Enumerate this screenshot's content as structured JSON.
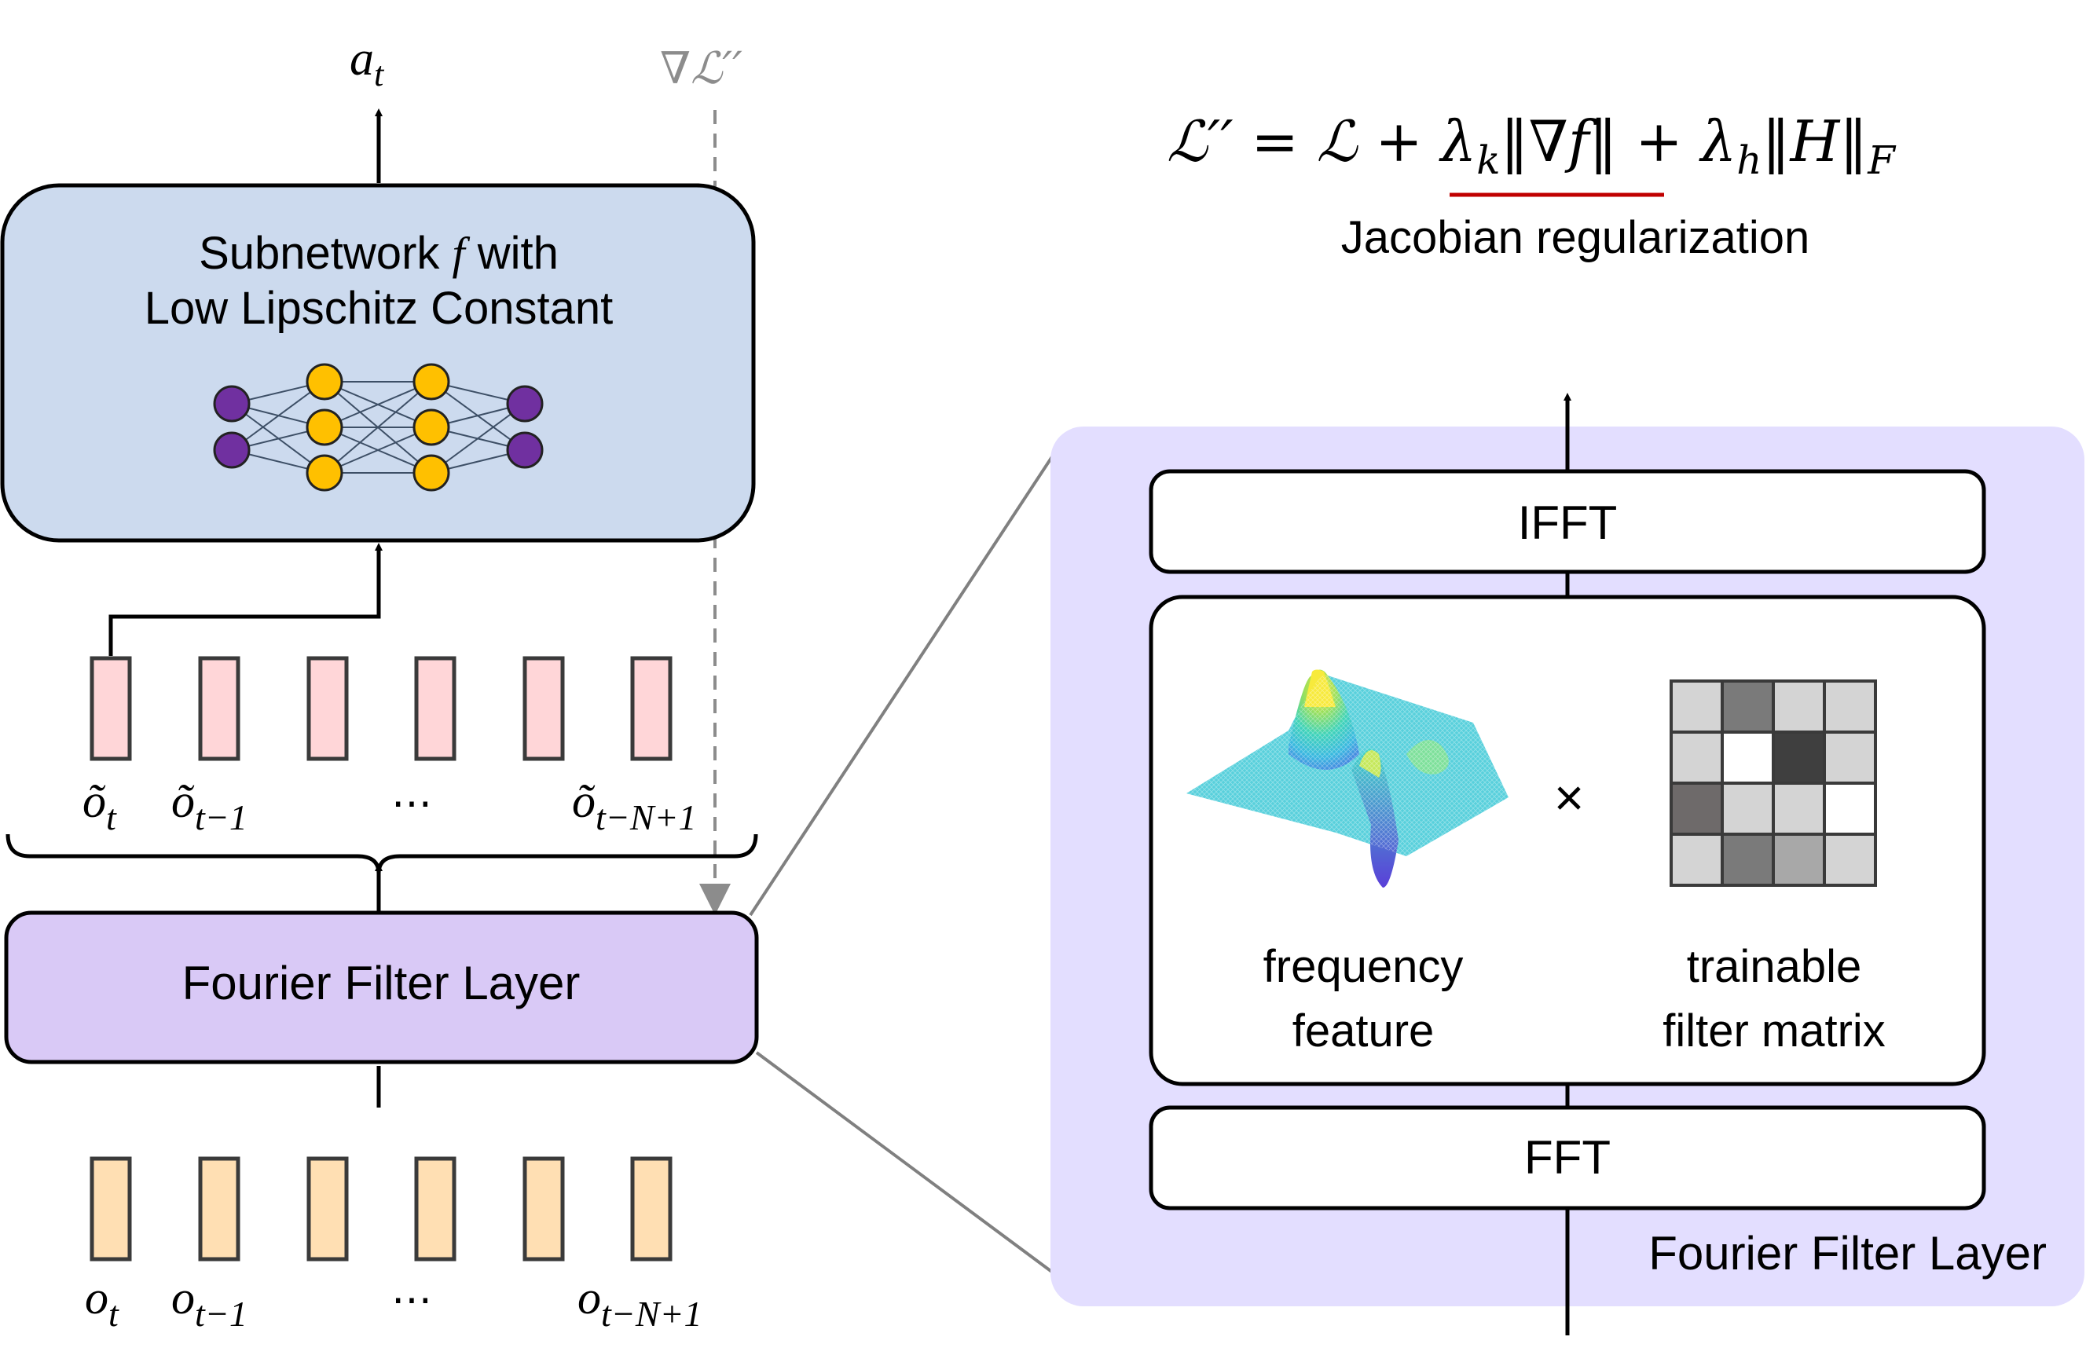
{
  "output_label": {
    "var": "a",
    "sub": "t"
  },
  "gradient_label": "∇ℒ′′",
  "subnetwork": {
    "line1_pre": "Subnetwork ",
    "line1_f": "f",
    "line1_post": " with",
    "line2": "Low Lipschitz Constant"
  },
  "filtered_obs": {
    "labels": [
      {
        "var": "õ",
        "sub": "t"
      },
      {
        "var": "õ",
        "sub": "t−1"
      },
      {
        "var": "⋯",
        "sub": ""
      },
      {
        "var": "õ",
        "sub": "t−N+1"
      }
    ]
  },
  "fourier_layer_label": "Fourier Filter Layer",
  "raw_obs": {
    "labels": [
      {
        "var": "o",
        "sub": "t"
      },
      {
        "var": "o",
        "sub": "t−1"
      },
      {
        "var": "⋯",
        "sub": ""
      },
      {
        "var": "o",
        "sub": "t−N+1"
      }
    ]
  },
  "loss": {
    "lhs": "ℒ′′ = ℒ + ",
    "term1_lambda": "λ",
    "term1_sub": "k",
    "term1_norm": "‖∇f‖",
    "plus": " + ",
    "term2_lambda": "λ",
    "term2_sub": "h",
    "term2_norm": "‖H‖",
    "term2_sub2": "F",
    "caption": "Jacobian regularization"
  },
  "detail": {
    "ifft_label": "IFFT",
    "fft_label": "FFT",
    "times": "×",
    "freq_label_1": "frequency",
    "freq_label_2": "feature",
    "filter_label_1": "trainable",
    "filter_label_2": "filter matrix",
    "panel_title": "Fourier Filter Layer",
    "filter_matrix_gray": [
      [
        "#d4d4d4",
        "#7a7a7a",
        "#d4d4d4",
        "#d4d4d4"
      ],
      [
        "#d4d4d4",
        "#ffffff",
        "#3f3f3f",
        "#d4d4d4"
      ],
      [
        "#6e6a6a",
        "#d4d4d4",
        "#d4d4d4",
        "#ffffff"
      ],
      [
        "#d4d4d4",
        "#7a7a7a",
        "#a8a8a8",
        "#d4d4d4"
      ]
    ]
  },
  "colors": {
    "subnetwork_fill": "#ccdaee",
    "fourier_fill": "#d9c9f6",
    "panel_fill": "#e3deff",
    "filtered_fill": "#ffd6d8",
    "raw_fill": "#ffdfb3",
    "node_purple": "#7030a0",
    "node_yellow": "#ffc000",
    "underline_red": "#c00000"
  }
}
